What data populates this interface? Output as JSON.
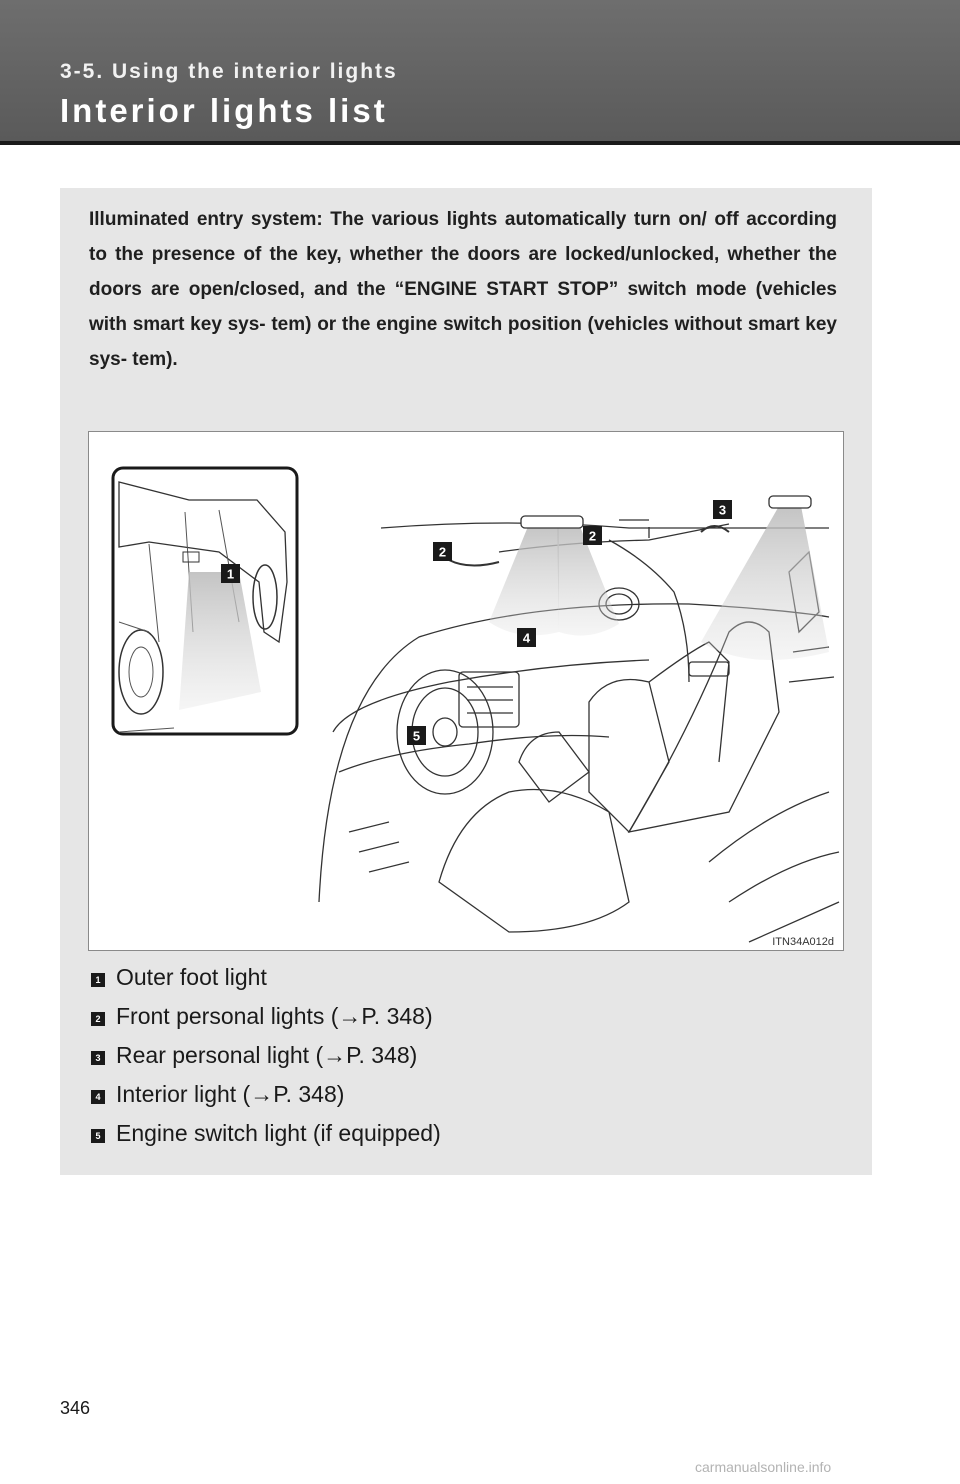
{
  "header": {
    "section": "3-5. Using the interior lights",
    "title": "Interior lights list"
  },
  "intro": "Illuminated entry system: The various lights automatically turn on/ off according to the presence of the key, whether the doors are locked/unlocked, whether the doors are open/closed, and the “ENGINE START STOP” switch mode (vehicles with smart key sys- tem) or the engine switch position (vehicles without smart key sys- tem).",
  "figure": {
    "code": "ITN34A012d",
    "callouts": [
      "1",
      "2",
      "2",
      "3",
      "4",
      "5"
    ]
  },
  "legend": [
    {
      "num": "1",
      "text": "Outer foot light"
    },
    {
      "num": "2",
      "text": "Front personal lights (→P. 348)"
    },
    {
      "num": "3",
      "text": "Rear personal light (→P. 348)"
    },
    {
      "num": "4",
      "text": "Interior light (→P. 348)"
    },
    {
      "num": "5",
      "text": "Engine switch light (if equipped)"
    }
  ],
  "page_number": "346",
  "watermark": "carmanualsonline.info"
}
